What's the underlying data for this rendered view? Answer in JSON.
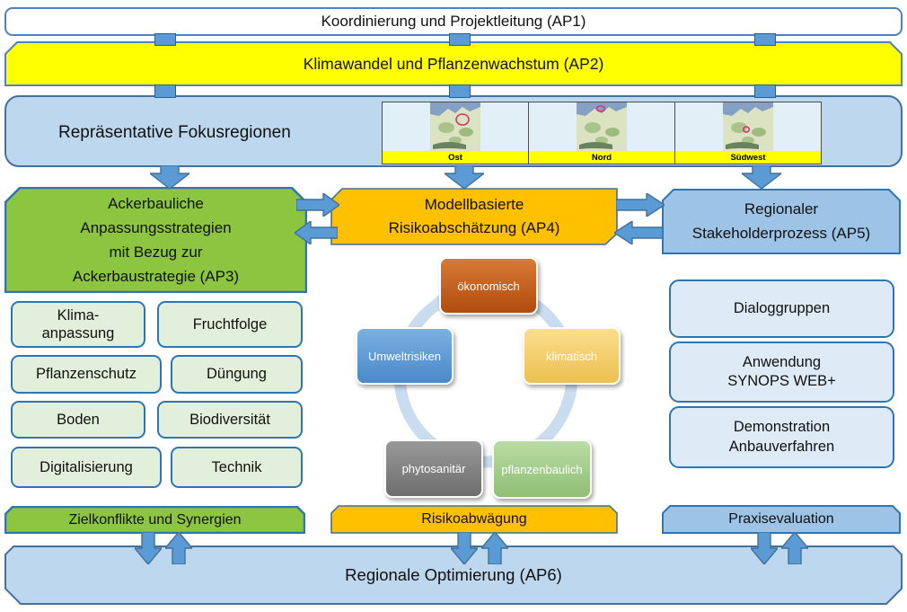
{
  "palette": {
    "bar_fill": "#bdd7ee",
    "bar_border": "#41719c",
    "yellow": "#ffff00",
    "green": "#8cc540",
    "amber": "#ffc000",
    "steel_blue": "#9dc3e6",
    "light_green_fill": "#e2efda",
    "light_blue_fill": "#deebf7",
    "arrow_blue": "#5b9bd5",
    "cycle_colors": {
      "oekonomisch": "#c55a11",
      "klimatisch": "#f2c75c",
      "umweltrisiken": "#5b9bd5",
      "phytosanitaer": "#7f7f7f",
      "pflanzenbaulich": "#a9d18e"
    }
  },
  "ap1": {
    "label": "Koordinierung und Projektleitung (AP1)"
  },
  "ap2": {
    "label": "Klimawandel und Pflanzenwachstum (AP2)"
  },
  "focus_regions": {
    "label": "Repräsentative Fokusregionen",
    "regions": [
      {
        "name": "Ost"
      },
      {
        "name": "Nord"
      },
      {
        "name": "Südwest"
      }
    ]
  },
  "ap3": {
    "label": "Ackerbauliche\nAnpassungsstrategien\nmit Bezug zur\nAckerbaustrategie (AP3)"
  },
  "ap4": {
    "label": "Modellbasierte\nRisikoabschätzung (AP4)"
  },
  "ap5": {
    "label": "Regionaler\nStakeholderprozess (AP5)"
  },
  "left_topics": [
    "Klima-\nanpassung",
    "Fruchtfolge",
    "Pflanzenschutz",
    "Düngung",
    "Boden",
    "Biodiversität",
    "Digitalisierung",
    "Technik"
  ],
  "risk_cycle": {
    "top": "ökonomisch",
    "right": "klimatisch",
    "left": "Umweltrisiken",
    "bottom_left": "phytosanitär",
    "bottom_right": "pflanzenbaulich"
  },
  "right_items": [
    "Dialoggruppen",
    "Anwendung\nSYNOPS WEB+",
    "Demonstration\nAnbauverfahren"
  ],
  "bottom_row": {
    "left": "Zielkonflikte und Synergien",
    "center": "Risikoabwägung",
    "right": "Praxisevaluation"
  },
  "ap6": {
    "label": "Regionale Optimierung (AP6)"
  }
}
